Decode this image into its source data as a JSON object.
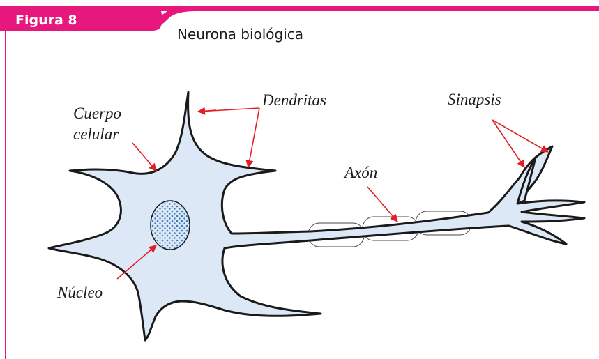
{
  "header": {
    "figure_tag": "Figura 8",
    "title": "Neurona biológica",
    "accent_color": "#e6177d"
  },
  "diagram": {
    "cell_fill": "#dce8f5",
    "outline_color": "#1a1a1a",
    "arrow_color": "#e31e24",
    "nucleus_dot_color": "#3b7cc0",
    "labels": {
      "cuerpo_line1": "Cuerpo",
      "cuerpo_line2": "celular",
      "dendritas": "Dendritas",
      "sinapsis": "Sinapsis",
      "axon": "Axón",
      "nucleo": "Núcleo"
    }
  }
}
